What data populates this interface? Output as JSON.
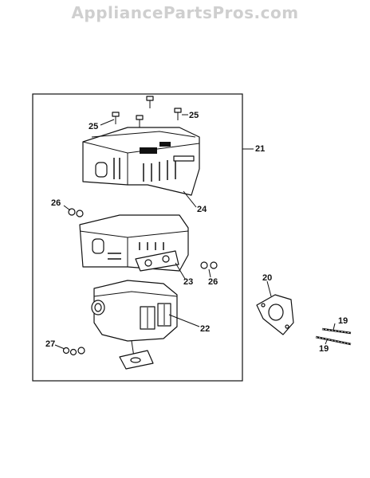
{
  "watermark": "AppliancePartsPros.com",
  "callouts": {
    "c21": "21",
    "c25a": "25",
    "c25b": "25",
    "c24": "24",
    "c26a": "26",
    "c23": "23",
    "c26b": "26",
    "c20": "20",
    "c22": "22",
    "c27": "27",
    "c19a": "19",
    "c19b": "19"
  }
}
